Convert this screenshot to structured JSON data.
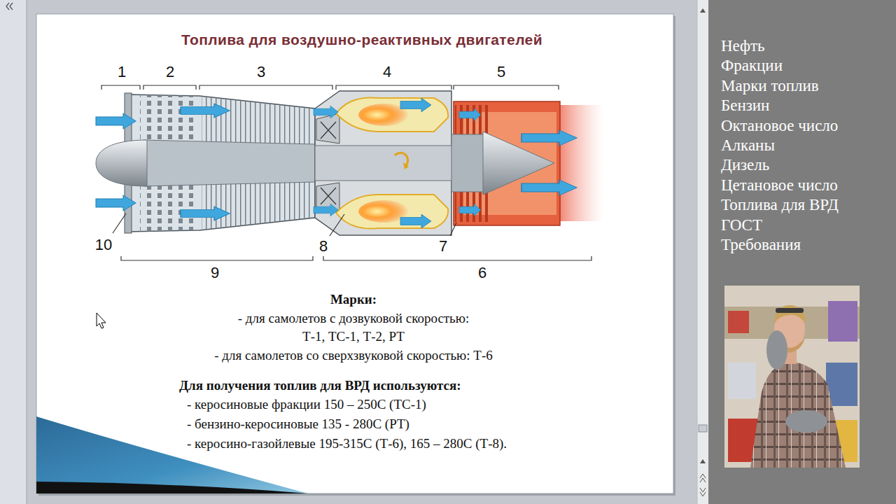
{
  "diagram": {
    "title": "Топлива для воздушно-реактивных двигателей",
    "labels": [
      "1",
      "2",
      "3",
      "4",
      "5",
      "10",
      "8",
      "7",
      "9",
      "6",
      "Марки:",
      "- для самолетов с дозвуковой скоростью:",
      "Т-1, ТС-1, Т-2, РТ",
      "- для самолетов со сверхзвуковой скоростью: Т-6",
      "Для получения топлив для ВРД используются:",
      "- керосиновые фракции 150 – 250С (ТС-1)",
      "- бензино-керосиновые 135 - 280С (РТ)",
      "- керосино-газойлевые 195-315С (Т-6), 165 – 280С (Т-8).",
      "Нефть",
      "Фракции",
      "Марки топлив",
      "Бензин",
      "Октановое число",
      "Алканы",
      "Дизель",
      "Цетановое число",
      "Топлива для ВРД",
      "ГОСТ",
      "Требования"
    ]
  }
}
